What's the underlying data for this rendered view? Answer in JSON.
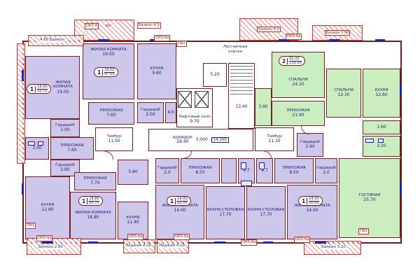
{
  "colors": {
    "purple": "#cdc7ec",
    "green": "#cbeec0",
    "wall": "#7b1c24",
    "balcony_red": "#e03228",
    "symbol_blue": "#2020c0"
  },
  "rooms": {
    "living1": {
      "name": "ЖИЛАЯ КОМНАТА",
      "area": "19.00"
    },
    "living2": {
      "name": "ЖИЛАЯ КОМНАТА",
      "area": "19.50"
    },
    "kitchen1": {
      "name": "КУХНЯ",
      "area": "9.60"
    },
    "hall1": {
      "name": "ПРИХОЖАЯ",
      "area": "7.60"
    },
    "ward1": {
      "name": "Гардероб",
      "area": "2.00"
    },
    "small46": {
      "name": "",
      "area": "4.6"
    },
    "ward2": {
      "name": "Гардероб",
      "area": "2.00"
    },
    "bath1": {
      "name": "",
      "area": "3.30"
    },
    "hall2": {
      "name": "ПРИХОЖАЯ",
      "area": "7.60"
    },
    "tambour1": {
      "name": "Тамбур",
      "area": "11.00"
    },
    "ward3": {
      "name": "Гардероб",
      "area": "2.90"
    },
    "hall3": {
      "name": "ПРИХОЖАЯ",
      "area": "7.70"
    },
    "kitchen2": {
      "name": "КУХНЯ",
      "area": "12.60"
    },
    "living3": {
      "name": "ЖИЛАЯ КОМНАТА",
      "area": "18.80"
    },
    "kitchen3": {
      "name": "КУХНЯ",
      "area": "11.40"
    },
    "room580": {
      "name": "",
      "area": "5.80"
    },
    "corridor": {
      "name": "КОРИДОР",
      "area": "28.40",
      "dim1": "3.000",
      "dim2": "14.200"
    },
    "lifthall": {
      "name": "Лифтовый холл",
      "area": "9.70"
    },
    "room520": {
      "name": "",
      "area": "5.20"
    },
    "staircase": {
      "name": "Лестничная клетка",
      "area": "13.40"
    },
    "ward4": {
      "name": "Гардероб",
      "area": "2.0"
    },
    "hall4": {
      "name": "ПРИХОЖАЯ",
      "area": "8.50"
    },
    "bath47a": {
      "name": "",
      "area": "4.7"
    },
    "bath47b": {
      "name": "",
      "area": "4.7"
    },
    "living4": {
      "name": "ЖИЛАЯ КОМНАТА",
      "area": "14.00"
    },
    "kd1": {
      "name": "КУХНЯ-СТОЛОВАЯ",
      "area": "17.70"
    },
    "kd2": {
      "name": "КУХНЯ-СТОЛОВАЯ",
      "area": "17.70"
    },
    "living5": {
      "name": "ЖИЛАЯ КОМНАТА",
      "area": "14.00"
    },
    "hall5": {
      "name": "ПРИХОЖАЯ",
      "area": "8.50"
    },
    "ward5": {
      "name": "Гардероб",
      "area": "2.0"
    },
    "tambour2": {
      "name": "Тамбур",
      "area": "11.10"
    },
    "ward6": {
      "name": "Гардероб",
      "area": "2.40"
    },
    "bath390": {
      "name": "",
      "area": "3.90"
    },
    "bedroom1": {
      "name": "СПАЛЬНЯ",
      "area": "24.20"
    },
    "bedroom2": {
      "name": "СПАЛЬНЯ",
      "area": "12.30"
    },
    "kitchen4": {
      "name": "КУХНЯ",
      "area": "12.60"
    },
    "hall6": {
      "name": "ПРИХОЖАЯ",
      "area": "21.90"
    },
    "bath160": {
      "name": "",
      "area": "1.60"
    },
    "bath330": {
      "name": "",
      "area": "3.30"
    },
    "livingroom": {
      "name": "ГОСТИНАЯ",
      "area": "25.70"
    }
  },
  "badges": {
    "b1": {
      "apt": "1",
      "living": "19.00",
      "total": "52.70"
    },
    "b2": {
      "apt": "1",
      "living": "19.50",
      "total": "47.50"
    },
    "b3": {
      "apt": "1",
      "living": "18.80",
      "total": "50.70"
    },
    "b4": {
      "apt": "1",
      "living": "14.00",
      "total": "51.00"
    },
    "b5": {
      "apt": "1",
      "living": "14.00",
      "total": "50.00"
    },
    "b6": {
      "apt": "2",
      "living": "62.20",
      "total": "115.20"
    }
  },
  "labels": {
    "balkon40": "Балкон 4.0",
    "balkon390": "Балкон 3.90",
    "balkon460": "4.60 Балкон",
    "balkon260": "Балкон 2.60",
    "balkon310": "Балкон 3.10",
    "loggia410": "Лоджия 4.10",
    "ok7": "ОК7-б",
    "ok5": "ОК5-ба",
    "pv2": "ПВ2",
    "pv3": "ПВ3"
  },
  "icons": {
    "dim_arrow": "↔"
  }
}
